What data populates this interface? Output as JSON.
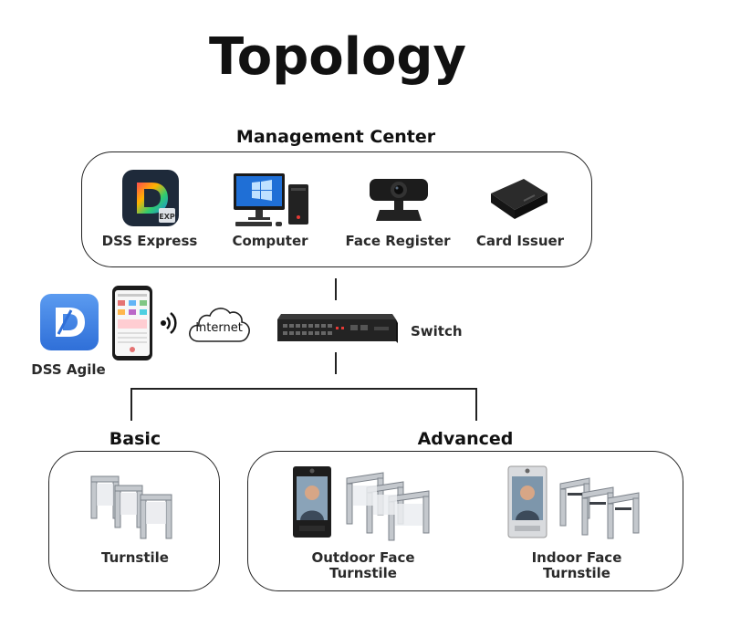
{
  "title": "Topology",
  "management_center": {
    "heading": "Management Center",
    "items": [
      {
        "label": "DSS Express",
        "icon": "dss-express-logo-icon"
      },
      {
        "label": "Computer",
        "icon": "computer-icon"
      },
      {
        "label": "Face Register",
        "icon": "webcam-icon"
      },
      {
        "label": "Card Issuer",
        "icon": "card-reader-icon"
      }
    ]
  },
  "mobile": {
    "label": "DSS Agile",
    "icon": "dss-agile-logo-icon"
  },
  "internet": {
    "label": "Internet"
  },
  "switch": {
    "label": "Switch"
  },
  "basic": {
    "heading": "Basic",
    "items": [
      {
        "label": "Turnstile"
      }
    ]
  },
  "advanced": {
    "heading": "Advanced",
    "items": [
      {
        "label_line1": "Outdoor Face",
        "label_line2": "Turnstile"
      },
      {
        "label_line1": "Indoor Face",
        "label_line2": "Turnstile"
      }
    ]
  },
  "colors": {
    "accent_blue": "#3a7be0",
    "line": "#222222",
    "device_gray": "#b8bcc2"
  }
}
